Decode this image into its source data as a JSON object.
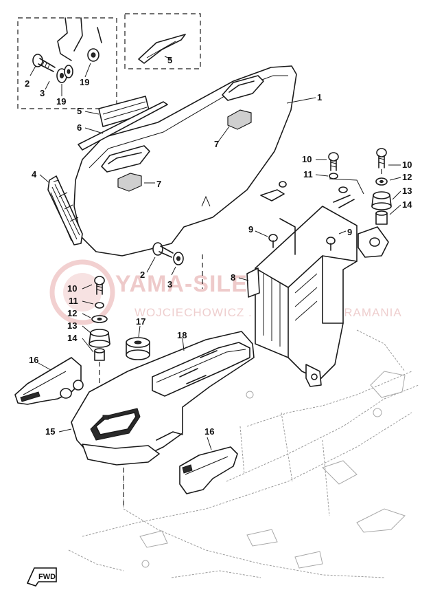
{
  "diagram": {
    "callouts": {
      "inset_left_2": "2",
      "inset_left_3": "3",
      "inset_left_19a": "19",
      "inset_left_19b": "19",
      "inset_right_5": "5",
      "p1": "1",
      "p4": "4",
      "p5": "5",
      "p6": "6",
      "p7a": "7",
      "p7b": "7",
      "p2": "2",
      "p3": "3",
      "p8": "8",
      "p9a": "9",
      "p9b": "9",
      "p10a": "10",
      "p11a": "11",
      "p10b": "10",
      "p12b": "12",
      "p13b": "13",
      "p14b": "14",
      "p10c": "10",
      "p11c": "11",
      "p12c": "12",
      "p13c": "13",
      "p14c": "14",
      "p15": "15",
      "p16a": "16",
      "p16b": "16",
      "p17": "17",
      "p18": "18"
    },
    "fwd_label": "FWD",
    "watermark": {
      "main": "YAMA-SILER.PL",
      "sub": "WOJCIECHOWICZ . . . . . . . . . . . DRAMANIA"
    },
    "colors": {
      "ink": "#1a1a1a",
      "watermark": "#e2a3a3"
    }
  }
}
